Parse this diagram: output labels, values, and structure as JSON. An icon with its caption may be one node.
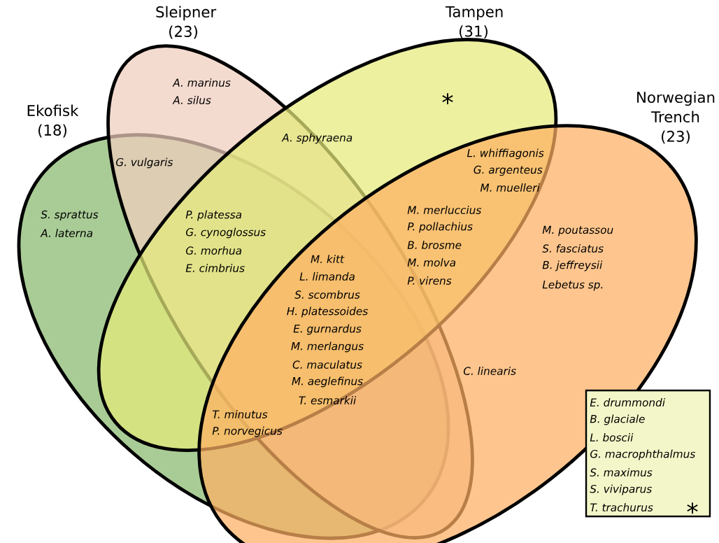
{
  "diagram": {
    "nodes": [
      {
        "text": [
          "Ekofisk (18)"
        ]
      },
      {
        "text": [
          "Sleipner (23)"
        ]
      },
      {
        "text": [
          "Tampen (31)"
        ]
      },
      {
        "text": [
          "Norwegian Trench (23)"
        ]
      },
      {
        "text": [
          "E. drummondi",
          "B. glaciale",
          "L. boscii",
          "G. macrophthalmus",
          "S. maximus",
          "S. viviparus",
          "T. trachurus",
          "*"
        ]
      }
    ],
    "labels": [
      "A. marinus",
      "A. silus",
      "*",
      "A. sphyraena",
      "G. vulgaris",
      "L. whiffiagonis",
      "G. argenteus",
      "M. muelleri",
      "S. sprattus",
      "A. laterna",
      "P. platessa",
      "G. cynoglossus",
      "G. morhua",
      "E. cimbrius",
      "M. merluccius",
      "P. pollachius",
      "M. poutassou",
      "B. brosme",
      "S. fasciatus",
      "M. kitt",
      "M. molva",
      "B. jeffreysii",
      "P. virens",
      "Lebetus sp.",
      "L. limanda",
      "S. scombrus",
      "H. platessoides",
      "E. gurnardus",
      "M. merlangus",
      "C. maculatus",
      "C. linearis",
      "M. aeglefinus",
      "T. esmarkii",
      "T. minutus",
      "P. norvegicus"
    ]
  }
}
